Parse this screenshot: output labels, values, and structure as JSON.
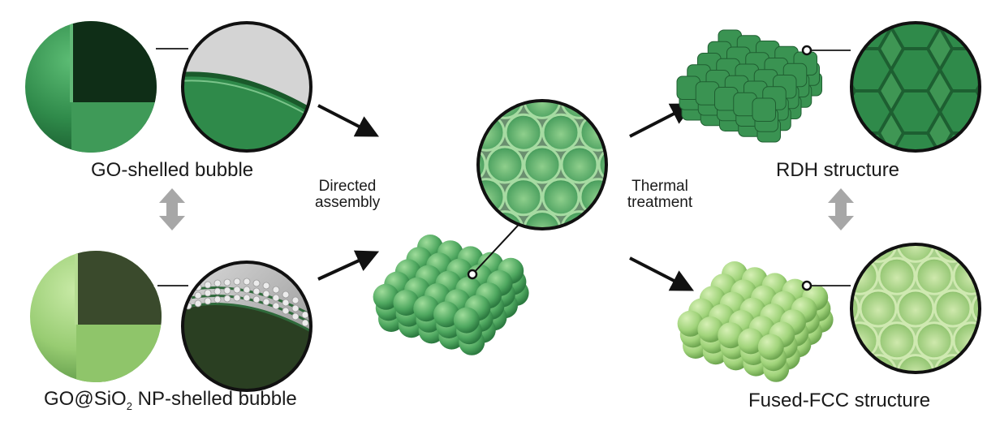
{
  "labels": {
    "go_bubble": "GO-shelled bubble",
    "go_sio2_prefix": "GO@SiO",
    "go_sio2_sub": "2",
    "go_sio2_suffix": " NP-shelled bubble",
    "directed": "Directed",
    "assembly": "assembly",
    "thermal": "Thermal",
    "treatment": "treatment",
    "rdh": "RDH structure",
    "fcc": "Fused-FCC structure"
  },
  "colors": {
    "dark_green": "#2f8a4a",
    "light_green": "#9acd75",
    "mid_green": "#58b066",
    "arrow": "#111111",
    "double_arrow": "#a7a7a7"
  }
}
